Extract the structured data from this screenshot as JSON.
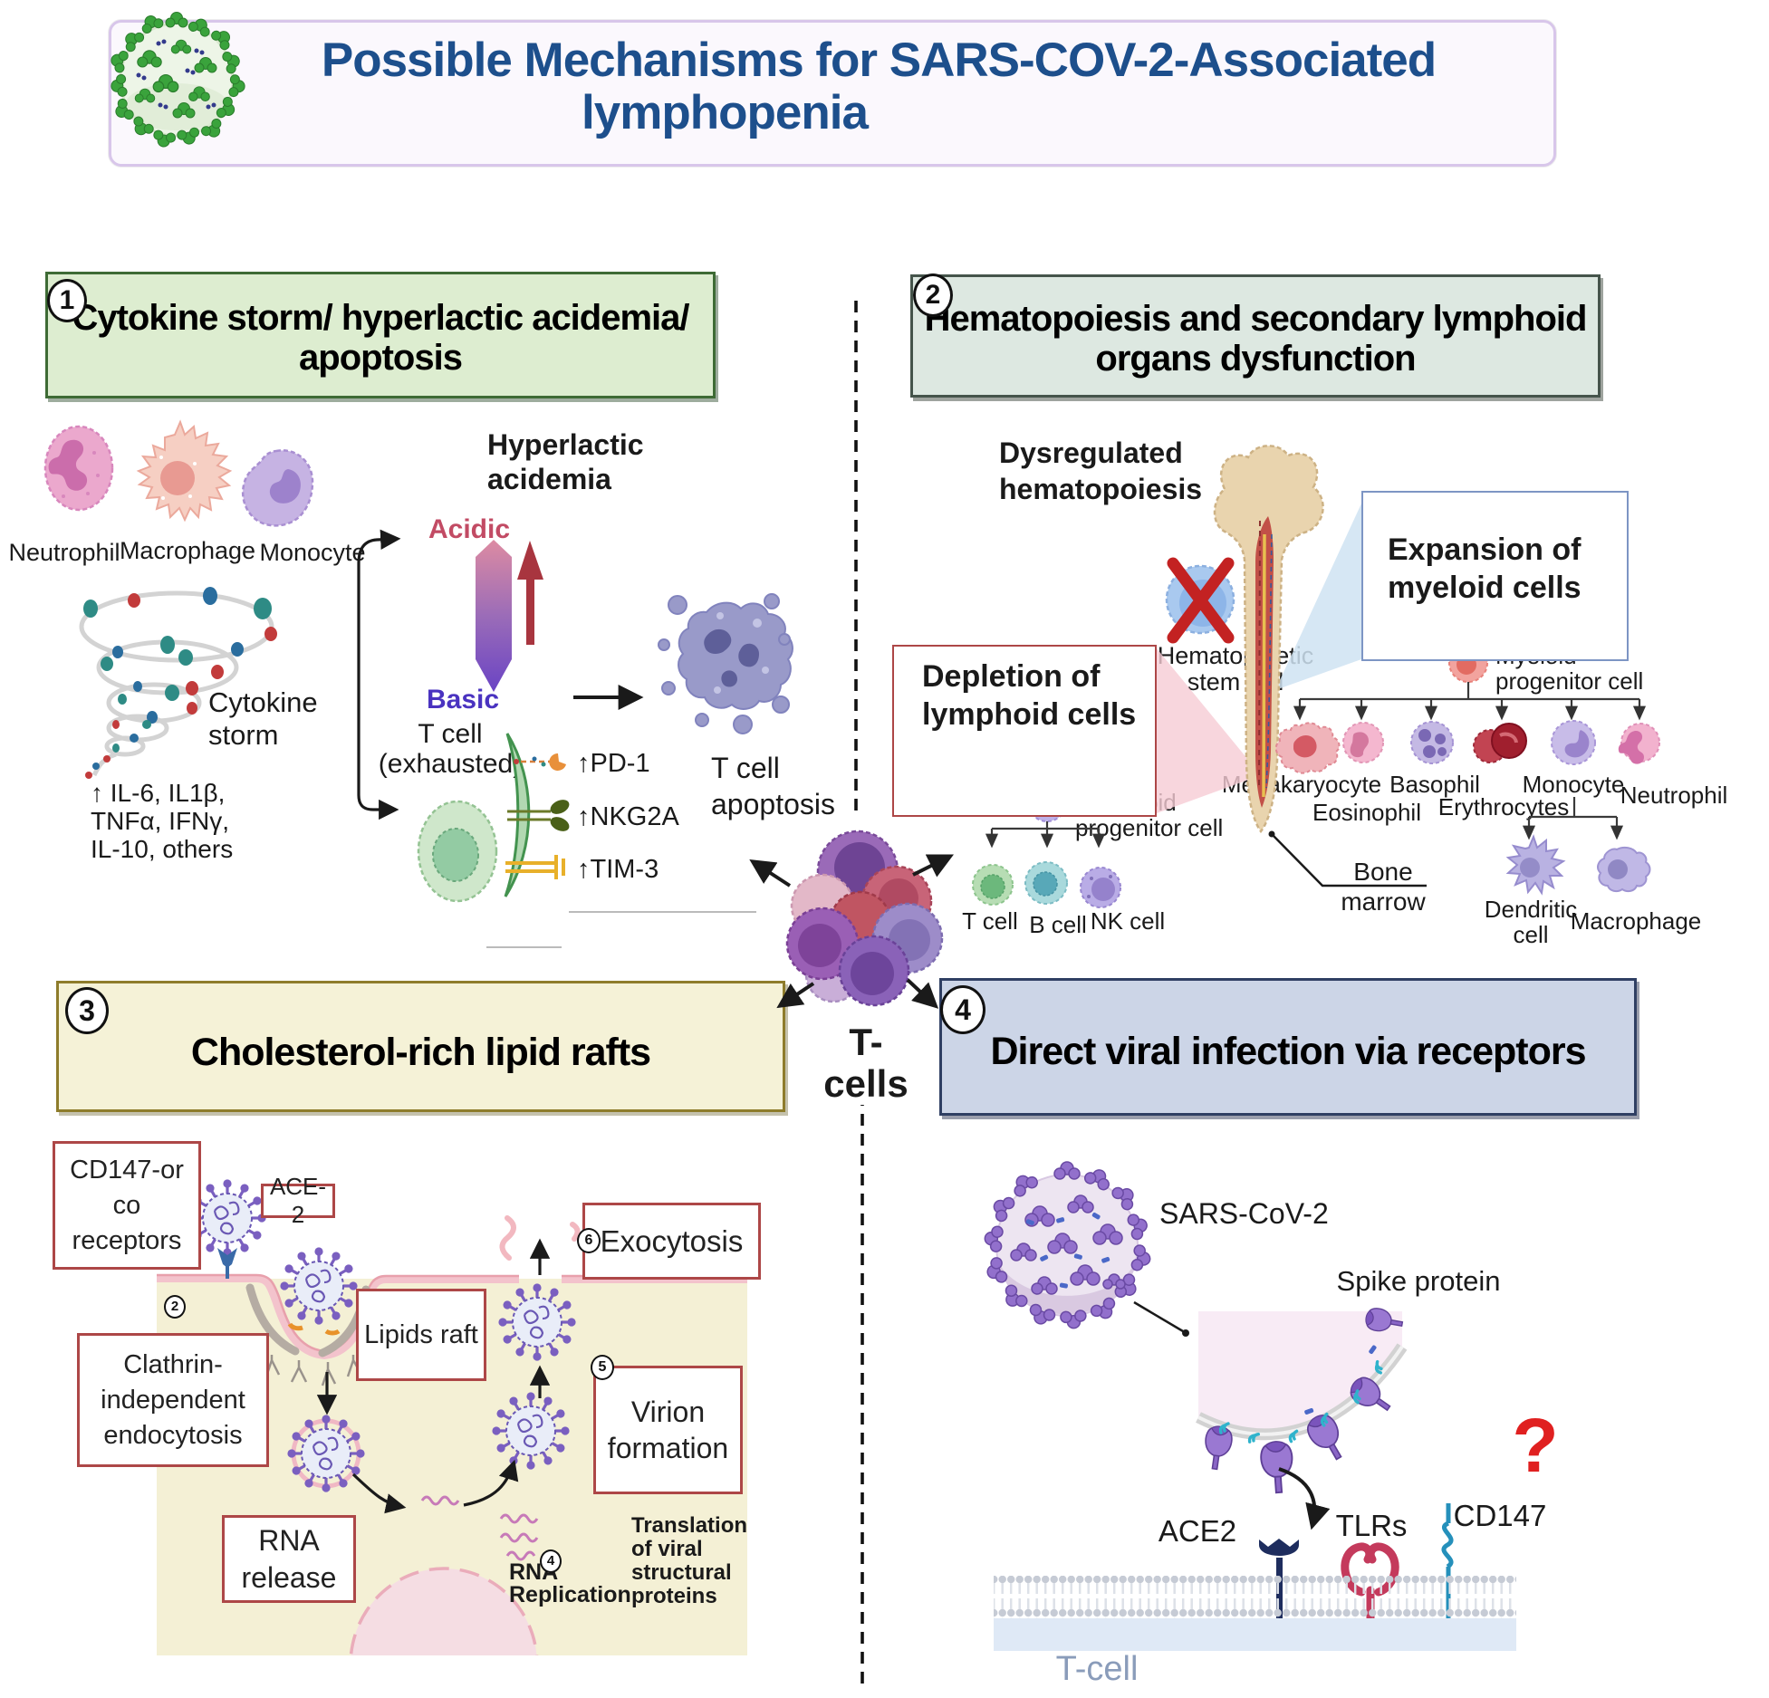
{
  "title": {
    "line1": "Possible Mechanisms for SARS-COV-2-Associated",
    "line2": "lymphopenia"
  },
  "headers": {
    "h1": {
      "num": "1",
      "text": "Cytokine storm/  hyperlactic acidemia/\napoptosis"
    },
    "h2": {
      "num": "2",
      "text": "Hematopoiesis and secondary lymphoid\norgans dysfunction"
    },
    "h3": {
      "num": "3",
      "text": "Cholesterol-rich lipid rafts"
    },
    "h4": {
      "num": "4",
      "text": "Direct viral infection via receptors"
    }
  },
  "panel1": {
    "neutrophil": "Neutrophil",
    "macrophage": "Macrophage",
    "monocyte": "Monocyte",
    "cytokine_storm": "Cytokine\nstorm",
    "cytokines": "↑ IL-6, IL1β,\nTNFα, IFNγ,\nIL-10, others",
    "hyperlactic": "Hyperlactic\nacidemia",
    "acidic": "Acidic",
    "basic": "Basic",
    "tcell_exhausted": "T cell\n(exhausted)",
    "pd1": "↑PD-1",
    "nkg2a": "↑NKG2A",
    "tim3": "↑TIM-3",
    "apoptosis": "T cell\napoptosis"
  },
  "center": {
    "tcells": "T-\ncells"
  },
  "panel2": {
    "dysregulated": "Dysregulated\nhematopoiesis",
    "hsc": "Hematopoietic\nstem cell",
    "expansion": "Expansion of\nmyeloid cells",
    "depletion": "Depletion of\nlymphoid cells",
    "myeloid_prog": "Myeloid\nprogenitor cell",
    "lymphoid_prog": "Lymphoid\nprogenitor cell",
    "megakaryocyte": "Megakaryocyte",
    "eosinophil": "Eosinophil",
    "basophil": "Basophil",
    "erythrocytes": "Erythrocytes",
    "monocyte": "Monocyte",
    "neutrophil": "Neutrophil",
    "dendritic": "Dendritic\ncell",
    "macrophage": "Macrophage",
    "bone_marrow": "Bone\nmarrow",
    "tcell": "T cell",
    "bcell": "B cell",
    "nkcell": "NK cell"
  },
  "panel3": {
    "cd147": "CD147-or\nco\nreceptors",
    "ace2": "ACE-2",
    "lipids_raft": "Lipids raft",
    "clathrin": "Clathrin-\nindependent\nendocytosis",
    "rna_release": "RNA\nrelease",
    "virion": "Virion\nformation",
    "exocytosis": "Exocytosis",
    "rna_replication": "RNA\nReplication",
    "translation": "Translation\nof viral\nstructural\nproteins",
    "s2": "2",
    "s4": "4",
    "s5": "5",
    "s6": "6"
  },
  "panel4": {
    "sars": "SARS-CoV-2",
    "spike": "Spike protein",
    "ace2": "ACE2",
    "tlrs": "TLRs",
    "cd147": "CD147",
    "question": "?",
    "tcell": "T-cell"
  }
}
